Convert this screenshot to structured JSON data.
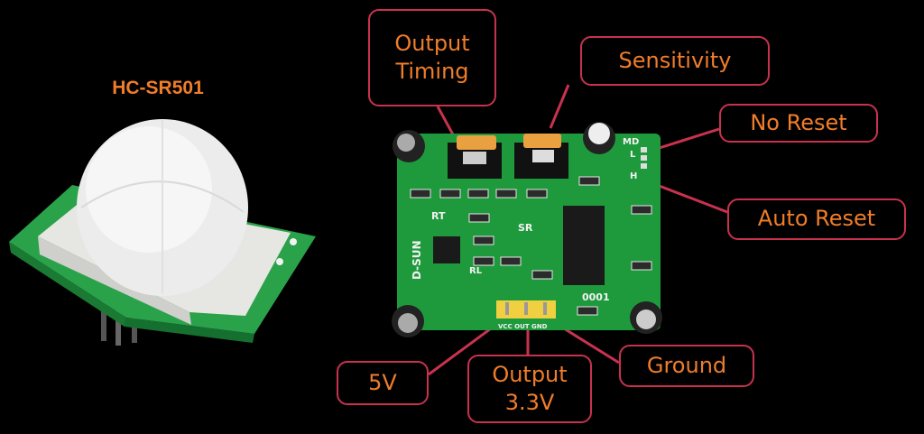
{
  "title": "HC-SR501",
  "callouts": {
    "output_timing": "Output\nTiming",
    "sensitivity": "Sensitivity",
    "no_reset": "No Reset",
    "auto_reset": "Auto Reset",
    "five_v": "5V",
    "output": "Output\n3.3V",
    "ground": "Ground"
  },
  "board_labels": {
    "rt": "RT",
    "sr": "SR",
    "rl": "RL",
    "brand": "D-SUN",
    "code": "0001",
    "md": "MD",
    "l": "L",
    "h": "H",
    "pins": "VCC OUT GND"
  },
  "colors": {
    "callout_border": "#c8324e",
    "callout_text": "#f07d2a",
    "pcb": "#1e9a3c",
    "background": "#000000"
  }
}
